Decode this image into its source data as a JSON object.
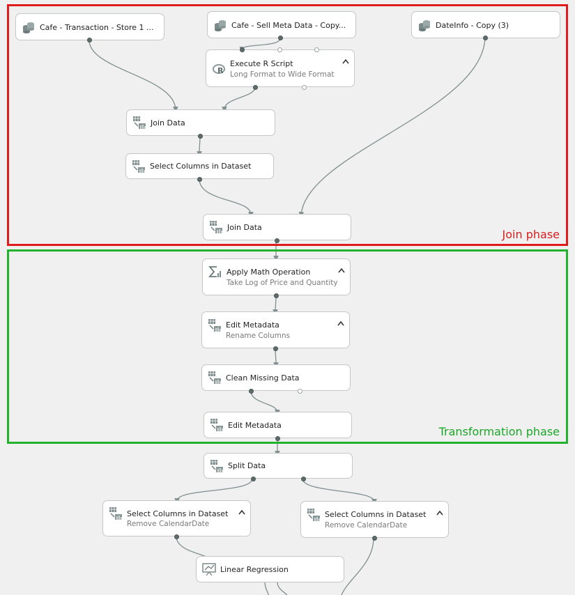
{
  "phases": {
    "join": "Join phase",
    "transformation": "Transformation phase"
  },
  "nodes": {
    "cafe_transaction": {
      "title": "Cafe - Transaction - Store 1 ...",
      "icon": "dataset-icon"
    },
    "cafe_sell_meta": {
      "title": "Cafe - Sell Meta Data - Copy...",
      "icon": "dataset-icon"
    },
    "dateinfo_copy": {
      "title": "DateInfo - Copy (3)",
      "icon": "dataset-icon"
    },
    "execute_r": {
      "title": "Execute R Script",
      "subtitle": "Long Format to Wide Format",
      "icon": "r-script-icon"
    },
    "join_data_1": {
      "title": "Join Data",
      "icon": "module-icon"
    },
    "select_columns_1": {
      "title": "Select Columns in Dataset",
      "icon": "module-icon"
    },
    "join_data_2": {
      "title": "Join Data",
      "icon": "module-icon"
    },
    "apply_math": {
      "title": "Apply Math Operation",
      "subtitle": "Take Log of Price and Quantity",
      "icon": "sigma-icon"
    },
    "edit_metadata_1": {
      "title": "Edit Metadata",
      "subtitle": "Rename Columns",
      "icon": "module-icon"
    },
    "clean_missing": {
      "title": "Clean Missing Data",
      "icon": "module-icon"
    },
    "edit_metadata_2": {
      "title": "Edit Metadata",
      "icon": "module-icon"
    },
    "split_data": {
      "title": "Split Data",
      "icon": "module-icon"
    },
    "select_columns_left": {
      "title": "Select Columns in Dataset",
      "subtitle": "Remove CalendarDate",
      "icon": "module-icon"
    },
    "select_columns_right": {
      "title": "Select Columns in Dataset",
      "subtitle": "Remove CalendarDate",
      "icon": "module-icon"
    },
    "linear_regression": {
      "title": "Linear Regression",
      "icon": "regression-icon"
    }
  },
  "colors": {
    "join_border": "#e01b1b",
    "transformation_border": "#22b22e",
    "wire": "#7f8e8e",
    "canvas_background": "#f0f0f0"
  }
}
